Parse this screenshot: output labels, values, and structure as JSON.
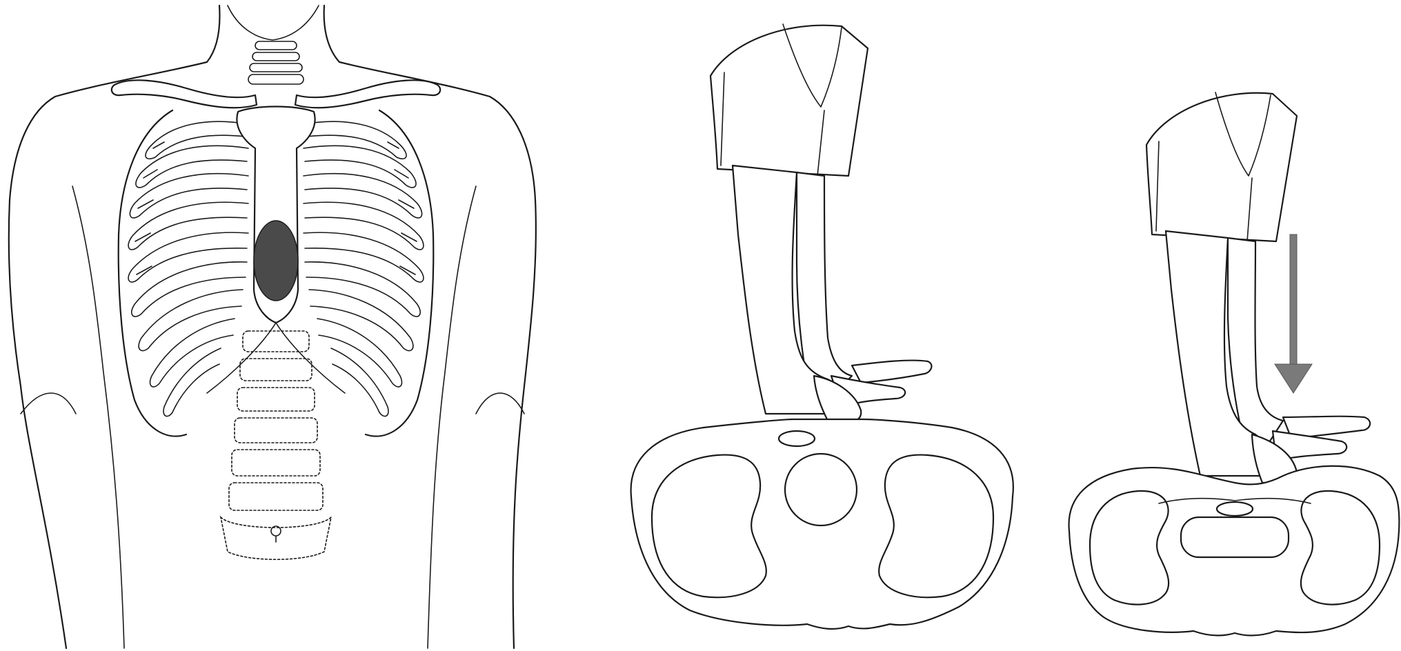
{
  "figure": {
    "panels": [
      {
        "name": "thorax-anterior-view"
      },
      {
        "name": "hands-on-chest-at-rest"
      },
      {
        "name": "hands-compressing-chest"
      }
    ],
    "colors": {
      "line": "#1a1a1a",
      "compression_area": "#4a4a4a",
      "arrow": "#7a7a7a",
      "background": "#ffffff"
    },
    "icons": [
      "down-arrow-icon"
    ]
  }
}
